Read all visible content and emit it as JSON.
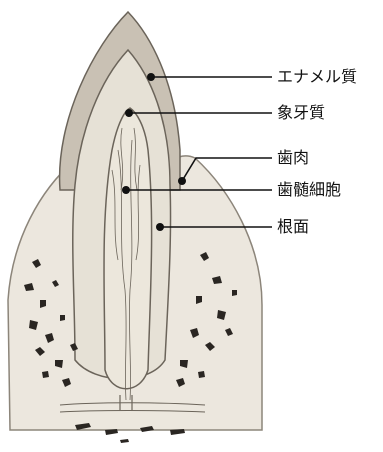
{
  "labels": {
    "enamel": "エナメル質",
    "dentin": "象牙質",
    "gingiva": "歯肉",
    "pulp": "歯髄細胞",
    "root_surface": "根面"
  },
  "colors": {
    "enamel": "#c9c1b4",
    "dentin": "#e6e1d6",
    "pulp": "#ece7dc",
    "gum": "#ece7de",
    "bone_spots": "#2a2622",
    "outline": "#6b645a"
  }
}
